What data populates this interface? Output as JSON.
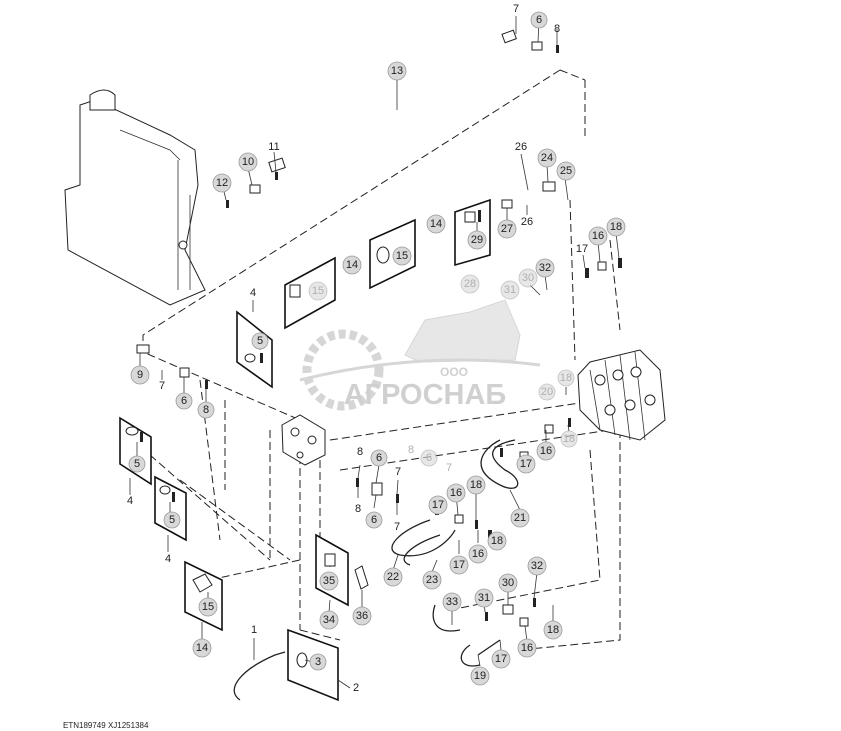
{
  "watermark": {
    "company_prefix": "ООО",
    "company_name": "АГРОСНАБ"
  },
  "footer": {
    "code_left": "ETN189749",
    "code_right": "XJ1251384"
  },
  "callouts": [
    {
      "label": "7"
    },
    {
      "label": "6"
    },
    {
      "label": "8"
    },
    {
      "label": "13"
    },
    {
      "label": "11"
    },
    {
      "label": "10"
    },
    {
      "label": "12"
    },
    {
      "label": "26"
    },
    {
      "label": "24"
    },
    {
      "label": "25"
    },
    {
      "label": "26"
    },
    {
      "label": "27"
    },
    {
      "label": "29"
    },
    {
      "label": "28"
    },
    {
      "label": "14"
    },
    {
      "label": "15"
    },
    {
      "label": "14"
    },
    {
      "label": "15"
    },
    {
      "label": "4"
    },
    {
      "label": "5"
    },
    {
      "label": "17"
    },
    {
      "label": "16"
    },
    {
      "label": "18"
    },
    {
      "label": "30"
    },
    {
      "label": "32"
    },
    {
      "label": "31"
    },
    {
      "label": "9"
    },
    {
      "label": "7"
    },
    {
      "label": "6"
    },
    {
      "label": "8"
    },
    {
      "label": "5"
    },
    {
      "label": "4"
    },
    {
      "label": "5"
    },
    {
      "label": "4"
    },
    {
      "label": "15"
    },
    {
      "label": "14"
    },
    {
      "label": "18"
    },
    {
      "label": "18"
    },
    {
      "label": "16"
    },
    {
      "label": "17"
    },
    {
      "label": "8"
    },
    {
      "label": "6"
    },
    {
      "label": "7"
    },
    {
      "label": "8"
    },
    {
      "label": "6"
    },
    {
      "label": "7"
    },
    {
      "label": "8"
    },
    {
      "label": "6"
    },
    {
      "label": "7"
    },
    {
      "label": "18"
    },
    {
      "label": "21"
    },
    {
      "label": "17"
    },
    {
      "label": "16"
    },
    {
      "label": "18"
    },
    {
      "label": "16"
    },
    {
      "label": "17"
    },
    {
      "label": "22"
    },
    {
      "label": "23"
    },
    {
      "label": "35"
    },
    {
      "label": "34"
    },
    {
      "label": "36"
    },
    {
      "label": "1"
    },
    {
      "label": "3"
    },
    {
      "label": "2"
    },
    {
      "label": "33"
    },
    {
      "label": "31"
    },
    {
      "label": "30"
    },
    {
      "label": "32"
    },
    {
      "label": "18"
    },
    {
      "label": "16"
    },
    {
      "label": "17"
    },
    {
      "label": "19"
    },
    {
      "label": "20"
    }
  ]
}
